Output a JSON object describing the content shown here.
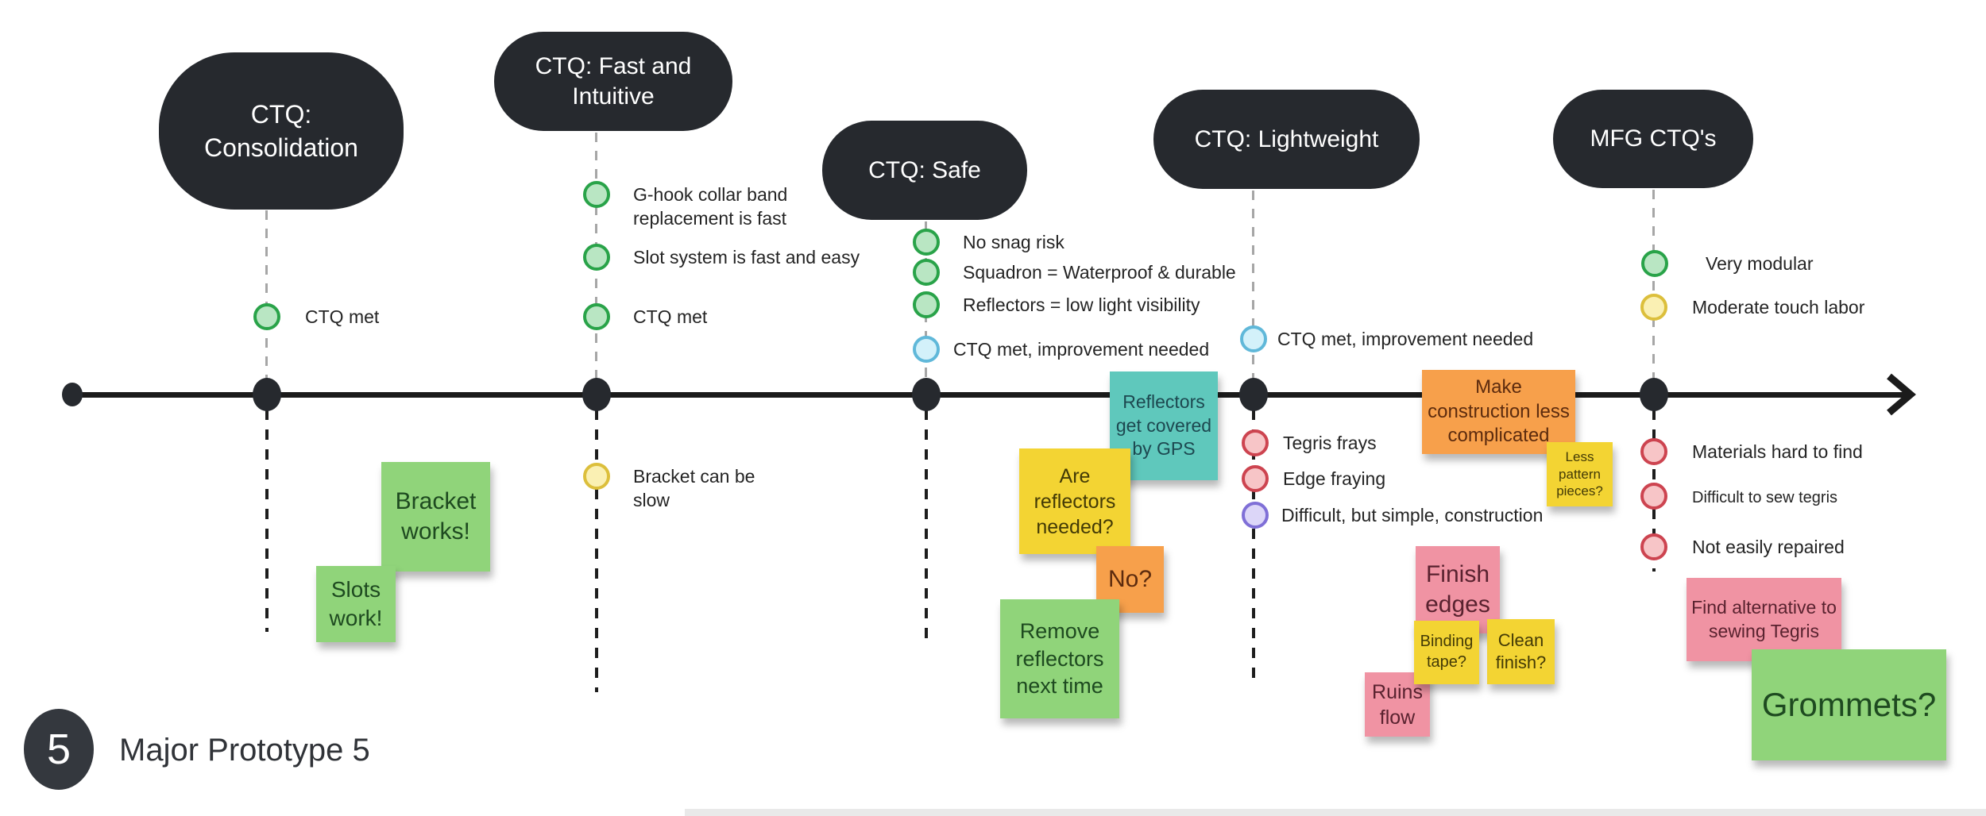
{
  "footer": {
    "badge": "5",
    "title": "Major Prototype 5"
  },
  "columns": [
    {
      "bubble": "CTQ: Consolidation"
    },
    {
      "bubble": "CTQ: Fast and Intuitive"
    },
    {
      "bubble": "CTQ: Safe"
    },
    {
      "bubble": "CTQ: Lightweight"
    },
    {
      "bubble": "MFG CTQ's"
    }
  ],
  "markers": [
    {
      "column": "consolidation",
      "color": "green",
      "label": "CTQ met"
    },
    {
      "column": "fast-intuitive",
      "color": "green",
      "label": "G-hook collar band replacement is fast"
    },
    {
      "column": "fast-intuitive",
      "color": "green",
      "label": "Slot system is fast and easy"
    },
    {
      "column": "fast-intuitive",
      "color": "green",
      "label": "CTQ met"
    },
    {
      "column": "fast-intuitive",
      "color": "yellow",
      "label": "Bracket can be slow"
    },
    {
      "column": "safe",
      "color": "green",
      "label": "No snag risk"
    },
    {
      "column": "safe",
      "color": "green",
      "label": "Squadron = Waterproof & durable"
    },
    {
      "column": "safe",
      "color": "green",
      "label": "Reflectors = low light visibility"
    },
    {
      "column": "safe",
      "color": "blue",
      "label": "CTQ met, improvement needed"
    },
    {
      "column": "lightweight",
      "color": "blue",
      "label": "CTQ met, improvement needed"
    },
    {
      "column": "lightweight",
      "color": "pink",
      "label": "Tegris frays"
    },
    {
      "column": "lightweight",
      "color": "pink",
      "label": "Edge fraying"
    },
    {
      "column": "lightweight",
      "color": "purple",
      "label": "Difficult, but simple, construction"
    },
    {
      "column": "mfg",
      "color": "green",
      "label": "Very modular"
    },
    {
      "column": "mfg",
      "color": "yellow",
      "label": "Moderate touch labor"
    },
    {
      "column": "mfg",
      "color": "pink",
      "label": "Materials hard to find"
    },
    {
      "column": "mfg",
      "color": "pink",
      "label": "Difficult to sew tegris"
    },
    {
      "column": "mfg",
      "color": "pink",
      "label": "Not easily repaired"
    }
  ],
  "stickies": [
    {
      "color": "green",
      "text": "Bracket works!"
    },
    {
      "color": "green",
      "text": "Slots work!"
    },
    {
      "color": "teal",
      "text": "Reflectors get covered by GPS"
    },
    {
      "color": "yellow",
      "text": "Are reflectors needed?"
    },
    {
      "color": "orange",
      "text": "No?"
    },
    {
      "color": "green",
      "text": "Remove reflectors next time"
    },
    {
      "color": "orange",
      "text": "Make construction less complicated"
    },
    {
      "color": "yellow",
      "text": "Less pattern pieces?"
    },
    {
      "color": "pink",
      "text": "Finish edges"
    },
    {
      "color": "yellow",
      "text": "Binding tape?"
    },
    {
      "color": "yellow",
      "text": "Clean finish?"
    },
    {
      "color": "pink",
      "text": "Ruins flow"
    },
    {
      "color": "pink",
      "text": "Find alternative to sewing Tegris"
    },
    {
      "color": "green",
      "text": "Grommets?"
    }
  ],
  "palette": {
    "bubble_bg": "#26292e",
    "sticky_green": "#90d47a",
    "sticky_yellow": "#f3d433",
    "sticky_orange": "#f7a04b",
    "sticky_teal": "#5fc8bc",
    "sticky_pink": "#f093a3",
    "dot_green": "#29a349",
    "dot_yellow": "#dcbf3c",
    "dot_blue": "#60b8d9",
    "dot_pink": "#cd4450",
    "dot_purple": "#7f6fd7"
  }
}
